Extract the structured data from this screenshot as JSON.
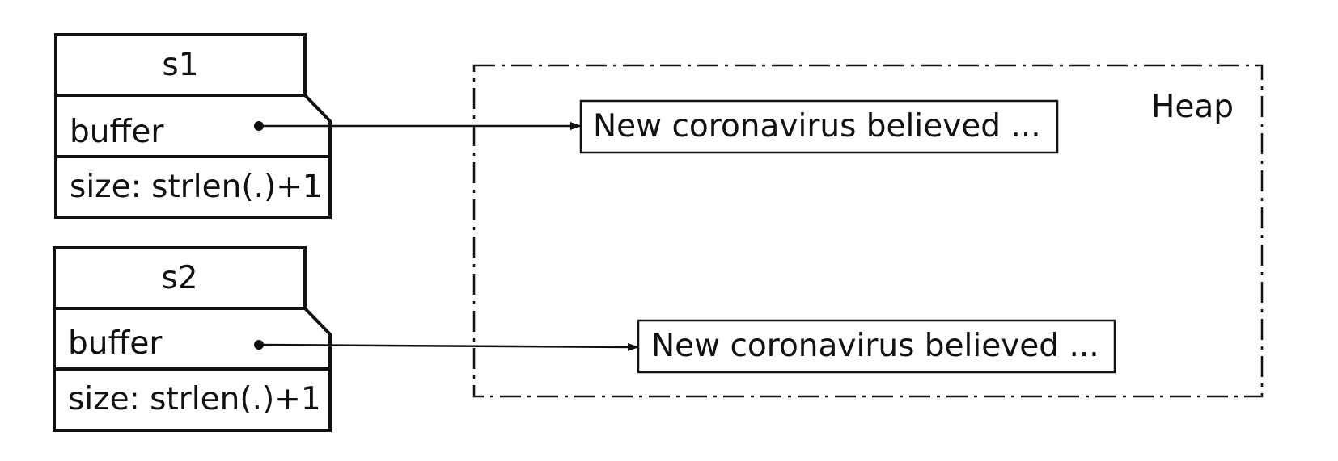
{
  "heap": {
    "label": "Heap"
  },
  "structs": [
    {
      "name": "s1",
      "buffer_label": "buffer",
      "size_label": "size: strlen(.)+1",
      "target": "New coronavirus believed ..."
    },
    {
      "name": "s2",
      "buffer_label": "buffer",
      "size_label": "size: strlen(.)+1",
      "target": "New coronavirus believed ..."
    }
  ]
}
